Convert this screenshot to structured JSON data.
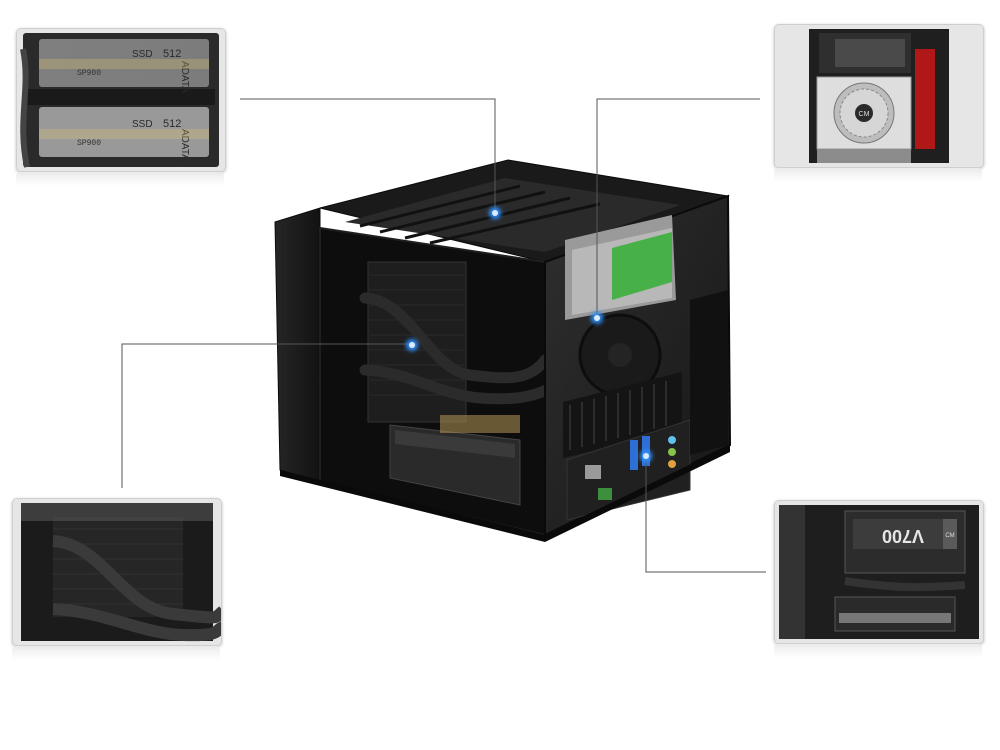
{
  "callouts": {
    "ssd": {
      "drive_brand": "ADATA",
      "drive_type": "SSD",
      "drive_capacity": "512",
      "drive_model": "SP900"
    },
    "psu": {
      "fan_badge": "CM"
    },
    "vga": {
      "card_model": "V700",
      "card_badge": "CM"
    }
  },
  "colors": {
    "accent": "#2e8fff",
    "hdd_label": "#47b048",
    "chassis": "#1c1c1c",
    "leader_line": "#555555"
  }
}
